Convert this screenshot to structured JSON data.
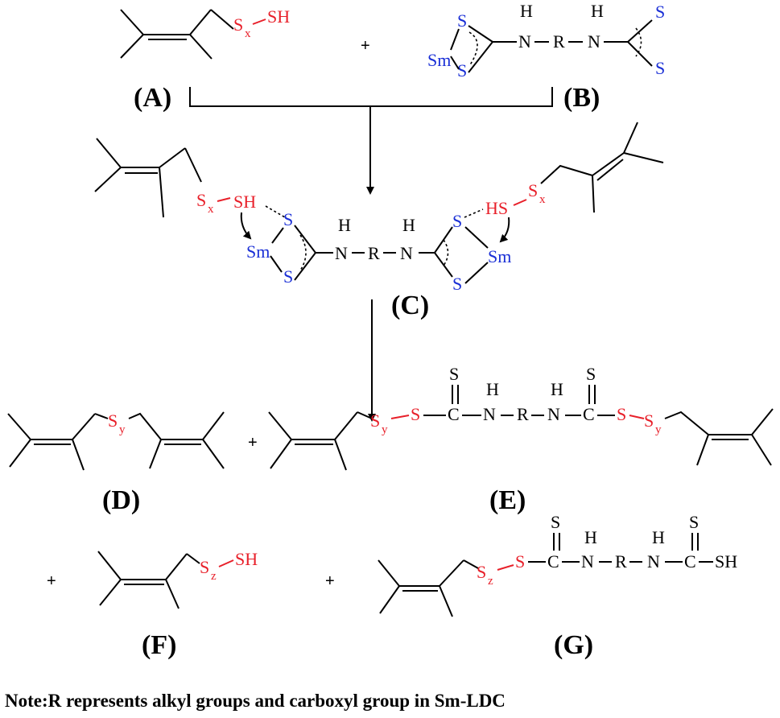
{
  "colors": {
    "sulfur_chain": "#e8202a",
    "dithiocarbamate": "#1a2fd6",
    "bond": "#000000"
  },
  "atoms": {
    "s": "S",
    "sh": "SH",
    "hs": "HS",
    "sm": "Sm",
    "h": "H",
    "n": "N",
    "r": "R",
    "c": "C",
    "sub_x": "x",
    "sub_y": "y",
    "sub_z": "z"
  },
  "symbols": {
    "plus": "+"
  },
  "labels": {
    "a": "(A)",
    "b": "(B)",
    "c": "(C)",
    "d": "(D)",
    "e": "(E)",
    "f": "(F)",
    "g": "(G)"
  },
  "note": "Note:R represents alkyl groups and carboxyl group in Sm-LDC"
}
